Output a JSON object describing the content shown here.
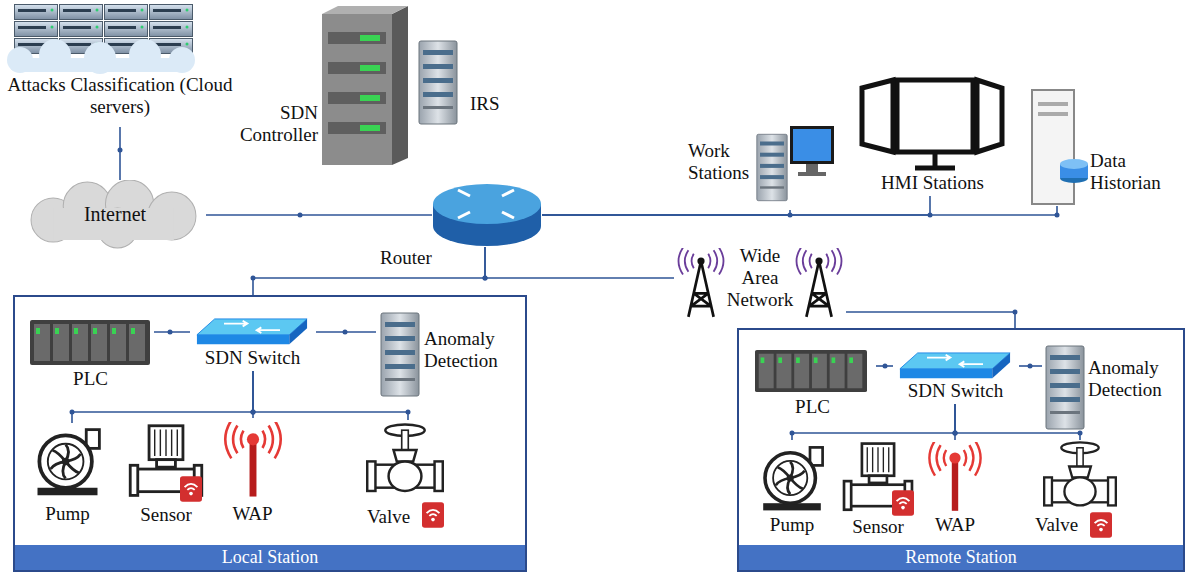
{
  "diagram": {
    "nodes": [
      {
        "text": [
          "Attacks Classification (Cloud servers)"
        ]
      },
      {
        "text": [
          "Internet"
        ]
      },
      {
        "text": [
          "SDN Controller"
        ]
      },
      {
        "text": [
          "IRS"
        ]
      },
      {
        "text": [
          "Router"
        ]
      },
      {
        "text": [
          "Work Stations"
        ]
      },
      {
        "text": [
          "HMI Stations"
        ]
      },
      {
        "text": [
          "Data Historian"
        ]
      },
      {
        "text": [
          "Wide Area Network"
        ]
      },
      {
        "text": [
          "Local Station"
        ]
      },
      {
        "text": [
          "PLC"
        ],
        "in": 9
      },
      {
        "text": [
          "SDN Switch"
        ],
        "in": 9
      },
      {
        "text": [
          "Anomaly Detection"
        ],
        "in": 9
      },
      {
        "text": [
          "Pump"
        ],
        "in": 9
      },
      {
        "text": [
          "Sensor"
        ],
        "in": 9
      },
      {
        "text": [
          "WAP"
        ],
        "in": 9
      },
      {
        "text": [
          "Valve"
        ],
        "in": 9
      },
      {
        "text": [
          "Remote Station"
        ]
      },
      {
        "text": [
          "PLC"
        ],
        "in": 17
      },
      {
        "text": [
          "SDN Switch"
        ],
        "in": 17
      },
      {
        "text": [
          "Anomaly Detection"
        ],
        "in": 17
      },
      {
        "text": [
          "Pump"
        ],
        "in": 17
      },
      {
        "text": [
          "Sensor"
        ],
        "in": 17
      },
      {
        "text": [
          "WAP"
        ],
        "in": 17
      },
      {
        "text": [
          "Valve"
        ],
        "in": 17
      }
    ],
    "edges": [
      {
        "from": 0,
        "to": 1,
        "arrow": "none"
      },
      {
        "from": 1,
        "to": 4,
        "arrow": "none"
      },
      {
        "from": 4,
        "to": 5,
        "arrow": "none"
      },
      {
        "from": 4,
        "to": 6,
        "arrow": "none"
      },
      {
        "from": 4,
        "to": 7,
        "arrow": "none"
      },
      {
        "from": 4,
        "to": 9,
        "arrow": "none"
      },
      {
        "from": 4,
        "to": 8,
        "arrow": "none"
      },
      {
        "from": 8,
        "to": 17,
        "arrow": "none"
      },
      {
        "from": 10,
        "to": 11,
        "arrow": "none"
      },
      {
        "from": 11,
        "to": 12,
        "arrow": "none"
      },
      {
        "from": 11,
        "to": 13,
        "arrow": "none"
      },
      {
        "from": 11,
        "to": 15,
        "arrow": "none"
      },
      {
        "from": 11,
        "to": 16,
        "arrow": "none"
      },
      {
        "from": 18,
        "to": 19,
        "arrow": "none"
      },
      {
        "from": 19,
        "to": 20,
        "arrow": "none"
      },
      {
        "from": 19,
        "to": 21,
        "arrow": "none"
      },
      {
        "from": 19,
        "to": 23,
        "arrow": "none"
      },
      {
        "from": 19,
        "to": 24,
        "arrow": "none"
      }
    ]
  }
}
